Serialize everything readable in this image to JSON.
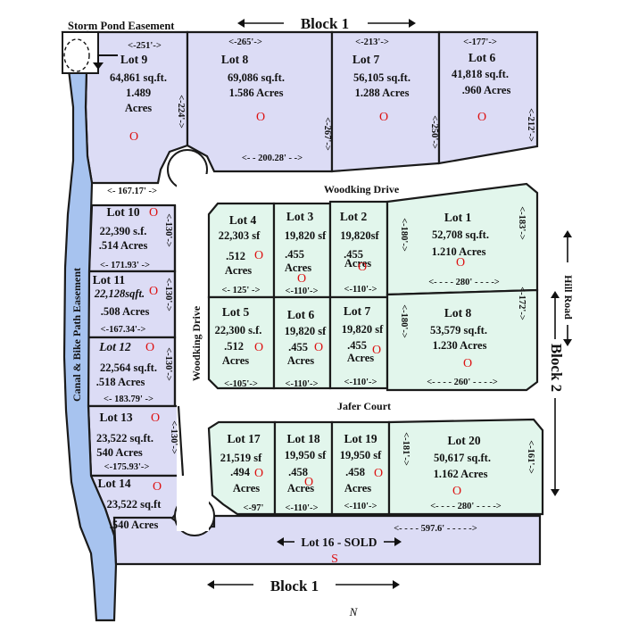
{
  "headers": {
    "storm_pond": "Storm Pond Easement",
    "block1_top": "Block 1",
    "block1_bottom": "Block 1",
    "block2": "Block 2",
    "hill_road": "Hill Road",
    "woodking_h": "Woodking Drive",
    "woodking_v": "Woodking Drive",
    "jafer": "Jafer Court",
    "canal": "Canal & Bike Path Easement",
    "north": "N"
  },
  "lots": {
    "l9": {
      "name": "Lot 9",
      "area": "64,861 sq.ft.",
      "acres": "1.489",
      "acres2": "Acres",
      "mark": "O"
    },
    "l8t": {
      "name": "Lot 8",
      "area": "69,086 sq.ft.",
      "acres": "1.586 Acres",
      "mark": "O"
    },
    "l7t": {
      "name": "Lot 7",
      "area": "56,105 sq.ft.",
      "acres": "1.288 Acres",
      "mark": "O"
    },
    "l6t": {
      "name": "Lot 6",
      "area": "41,818 sq.ft.",
      "acres": ".960 Acres",
      "mark": "O"
    },
    "l10": {
      "name": "Lot 10",
      "mark": "O",
      "area": "22,390 s.f.",
      "acres": ".514 Acres"
    },
    "l11": {
      "name": "Lot 11",
      "area": "22,128sqft.",
      "mark": "O",
      "acres": ".508 Acres"
    },
    "l12": {
      "name": "Lot 12",
      "mark": "O",
      "area": "22,564 sq.ft.",
      "acres": ".518 Acres"
    },
    "l13": {
      "name": "Lot 13",
      "mark": "O",
      "area": "23,522 sq.ft.",
      "acres": "540 Acres"
    },
    "l14": {
      "name": "Lot 14",
      "mark": "O",
      "area": "23,522 sq.ft",
      "acres": ".540 Acres"
    },
    "l4": {
      "name": "Lot 4",
      "area": "22,303 sf",
      "acres": ".512",
      "acres2": "Acres",
      "mark": "O"
    },
    "l3": {
      "name": "Lot 3",
      "area": "19,820 sf",
      "acres": ".455",
      "acres2": "Acres",
      "mark": "O"
    },
    "l2": {
      "name": "Lot 2",
      "area": "19,820sf",
      "acres": ".455",
      "acres2": "Acres",
      "mark": "O"
    },
    "l1": {
      "name": "Lot 1",
      "area": "52,708 sq.ft.",
      "acres": "1.210 Acres",
      "mark": "O"
    },
    "l5": {
      "name": "Lot 5",
      "area": "22,300 s.f.",
      "acres": ".512",
      "acres2": "Acres",
      "mark": "O"
    },
    "l6m": {
      "name": "Lot 6",
      "area": "19,820 sf",
      "acres": ".455",
      "acres2": "Acres",
      "mark": "O"
    },
    "l7m": {
      "name": "Lot 7",
      "area": "19,820 sf",
      "acres": ".455",
      "acres2": "Acres",
      "mark": "O"
    },
    "l8m": {
      "name": "Lot 8",
      "area": "53,579 sq.ft.",
      "acres": "1.230 Acres",
      "mark": "O"
    },
    "l17": {
      "name": "Lot 17",
      "area": "21,519 sf",
      "acres": ".494",
      "acres2": "Acres",
      "mark": "O"
    },
    "l18": {
      "name": "Lot 18",
      "area": "19,950 sf",
      "acres": ".458",
      "acres2": "Acres",
      "mark": "O"
    },
    "l19": {
      "name": "Lot 19",
      "area": "19,950 sf",
      "acres": ".458",
      "acres2": "Acres",
      "mark": "O"
    },
    "l20": {
      "name": "Lot 20",
      "area": "50,617 sq.ft.",
      "acres": "1.162 Acres",
      "mark": "O"
    },
    "l16": {
      "name": "Lot 16 - SOLD",
      "mark": "S"
    }
  },
  "dims": {
    "d251": "<-251'->",
    "d265": "<-265'->",
    "d213": "<-213'->",
    "d177": "<-177'->",
    "d224": "<-224'->",
    "d267": "<-267'->",
    "d250": "<-250'->",
    "d212": "<-212'->",
    "d20028": "<- - 200.28' - ->",
    "d16717": "<- 167.17' ->",
    "d130a": "<-130'->",
    "d17193": "<- 171.93' ->",
    "d130b": "<-130'->",
    "d16734": "<-167.34'->",
    "d130c": "<-130'->",
    "d18379": "<- 183.79' ->",
    "d130d": "<-130'->",
    "d17593": "<-175.93'->",
    "d180a": "<-180'->",
    "d183": "<-183'->",
    "d125": "<- 125' ->",
    "d110a": "<-110'->",
    "d110b": "<-110'->",
    "d280a": "<- - - - 280' - - - ->",
    "d180b": "<-180'->",
    "d172": "<-172'->",
    "d105": "<-105'->",
    "d110c": "<-110'->",
    "d110d": "<-110'->",
    "d260": "<- - - - 260' - - - ->",
    "d181": "<-181'->",
    "d161": "<-161'->",
    "d97": "<-97'",
    "d110e": "<-110'->",
    "d110f": "<-110'->",
    "d280b": "<- - - - 280' - - - ->",
    "d5976": "<- - - - 597.6' - - - - ->"
  }
}
